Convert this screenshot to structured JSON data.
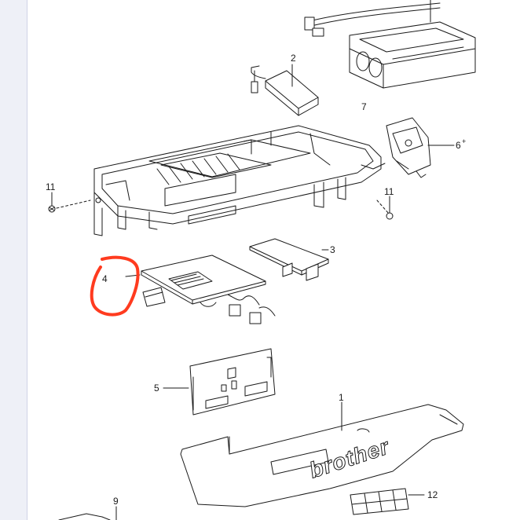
{
  "diagram": {
    "callouts": [
      {
        "id": "c2",
        "label": "2"
      },
      {
        "id": "c7",
        "label": "7"
      },
      {
        "id": "c6",
        "label": "6"
      },
      {
        "id": "c6-mark",
        "label": "+"
      },
      {
        "id": "c11a",
        "label": "11"
      },
      {
        "id": "c11b",
        "label": "11"
      },
      {
        "id": "c3",
        "label": "3"
      },
      {
        "id": "c4",
        "label": "4"
      },
      {
        "id": "c5",
        "label": "5"
      },
      {
        "id": "c1",
        "label": "1"
      },
      {
        "id": "c12",
        "label": "12"
      },
      {
        "id": "c9",
        "label": "9"
      }
    ],
    "brand_text": "brother",
    "highlight_color": "#ff3b1f",
    "line_color": "#1a1a1a"
  }
}
